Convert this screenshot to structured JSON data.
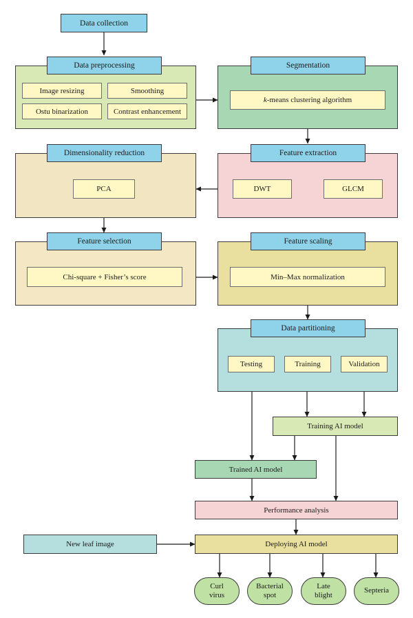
{
  "steps": {
    "data_collection": "Data collection",
    "data_preprocessing": "Data preprocessing",
    "segmentation": "Segmentation",
    "dimensionality_reduction": "Dimensionality reduction",
    "feature_extraction": "Feature extraction",
    "feature_selection": "Feature selection",
    "feature_scaling": "Feature scaling",
    "data_partitioning": "Data partitioning"
  },
  "preprocessing_items": {
    "image_resizing": "Image resizing",
    "smoothing": "Smoothing",
    "otsu_binarization": "Ostu binarization",
    "contrast_enhancement": "Contrast enhancement"
  },
  "segmentation_item": {
    "k": "k",
    "rest": "-means clustering algorithm"
  },
  "reduction_item": "PCA",
  "extraction_items": {
    "dwt": "DWT",
    "glcm": "GLCM"
  },
  "selection_item": "Chi-square + Fisher’s score",
  "scaling_item": "Min–Max normalization",
  "partition_items": {
    "testing": "Testing",
    "training": "Training",
    "validation": "Validation"
  },
  "model_nodes": {
    "training_ai_model": "Training AI model",
    "trained_ai_model": "Trained AI model",
    "performance_analysis": "Performance analysis",
    "new_leaf_image": "New leaf image",
    "deploying_ai_model": "Deploying AI model"
  },
  "outputs": {
    "curl_virus": [
      "Curl",
      "virus"
    ],
    "bacterial_spot": [
      "Bacterial",
      "spot"
    ],
    "late_blight": [
      "Late",
      "blight"
    ],
    "septeria": [
      "Septeria",
      ""
    ]
  },
  "colors": {
    "header_blue": "#8fd3ea",
    "preprocess_green": "#d9e9b5",
    "segmentation_green": "#a8d8b3",
    "reduction_tan": "#f2e6c2",
    "extraction_pink": "#f6d3d5",
    "selection_tan": "#f3e7c4",
    "scaling_yellow": "#e9df9e",
    "partition_teal": "#b5dede",
    "chip_yellow": "#fff8c4"
  }
}
